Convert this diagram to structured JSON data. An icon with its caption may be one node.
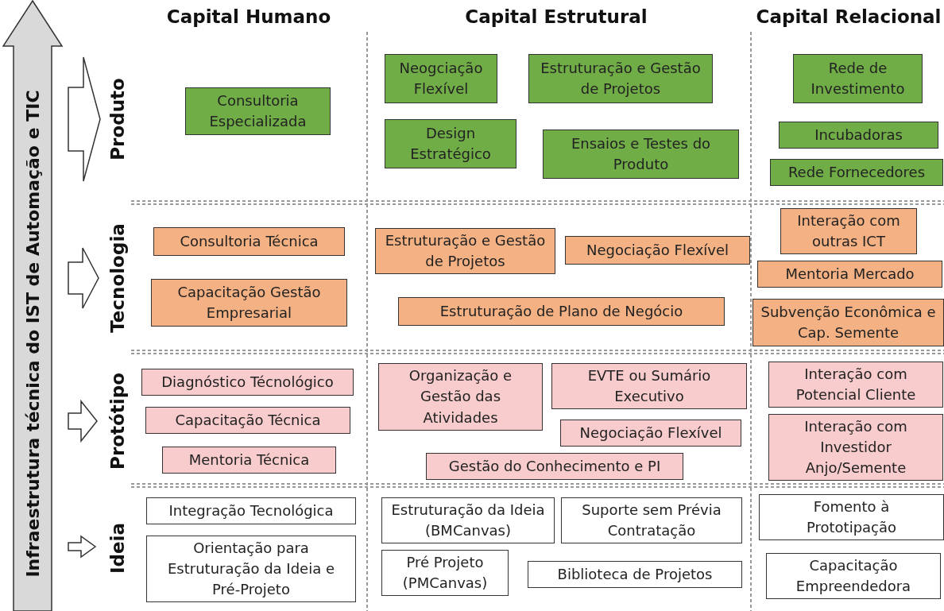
{
  "diagram": {
    "nodes": [
      {
        "text": [
          "Infraestrutura técnica do IST de Automação e TIC"
        ]
      },
      {
        "text": [
          "Consultoria Especializada"
        ]
      },
      {
        "text": [
          "Neogciação Flexível"
        ]
      },
      {
        "text": [
          "Estruturação e Gestão de Projetos"
        ]
      },
      {
        "text": [
          "Design Estratégico"
        ]
      },
      {
        "text": [
          "Ensaios e Testes do Produto"
        ]
      },
      {
        "text": [
          "Rede de Investimento"
        ]
      },
      {
        "text": [
          "Incubadoras"
        ]
      },
      {
        "text": [
          "Rede Fornecedores"
        ]
      },
      {
        "text": [
          "Consultoria Técnica"
        ]
      },
      {
        "text": [
          "Capacitação Gestão Empresarial"
        ]
      },
      {
        "text": [
          "Estruturação e Gestão de Projetos"
        ]
      },
      {
        "text": [
          "Negociação Flexível"
        ]
      },
      {
        "text": [
          "Estruturação de Plano de Negócio"
        ]
      },
      {
        "text": [
          "Interação com outras ICT"
        ]
      },
      {
        "text": [
          "Mentoria Mercado"
        ]
      },
      {
        "text": [
          "Subvenção Econômica e Cap. Semente"
        ]
      },
      {
        "text": [
          "Diagnóstico Técnológico"
        ]
      },
      {
        "text": [
          "Capacitação Técnica"
        ]
      },
      {
        "text": [
          "Mentoria Técnica"
        ]
      },
      {
        "text": [
          "Organização e Gestão das Atividades"
        ]
      },
      {
        "text": [
          "EVTE ou Sumário Executivo"
        ]
      },
      {
        "text": [
          "Negociação Flexível"
        ]
      },
      {
        "text": [
          "Gestão do Conhecimento e PI"
        ]
      },
      {
        "text": [
          "Interação com Potencial Cliente"
        ]
      },
      {
        "text": [
          "Interação com Investidor Anjo/Semente"
        ]
      },
      {
        "text": [
          "Integração Tecnológica"
        ]
      },
      {
        "text": [
          "Orientação para Estruturação da Ideia e Pré-Projeto"
        ]
      },
      {
        "text": [
          "Estruturação da Ideia (BMCanvas)"
        ]
      },
      {
        "text": [
          "Suporte sem Prévia Contratação"
        ]
      },
      {
        "text": [
          "Pré Projeto (PMCanvas)"
        ]
      },
      {
        "text": [
          "Biblioteca de Projetos"
        ]
      },
      {
        "text": [
          "Fomento à Prototipação"
        ]
      },
      {
        "text": [
          "Capacitação Empreendedora"
        ]
      }
    ],
    "labels": [
      "Capital Humano",
      "Capital Estrutural",
      "Capital Relacional",
      "Produto",
      "Tecnologia",
      "Protótipo",
      "Ideia"
    ]
  }
}
